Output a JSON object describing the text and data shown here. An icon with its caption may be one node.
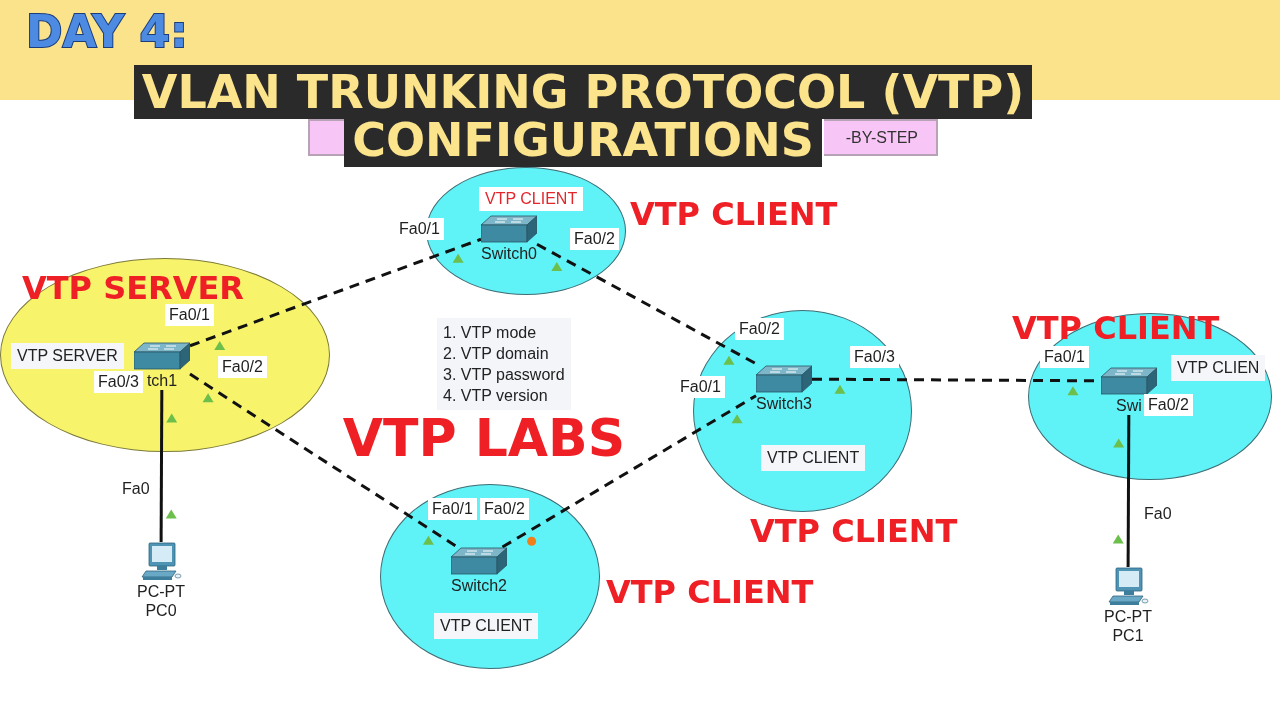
{
  "diagram": {
    "title": "VLAN TRUNKING PROTOCOL (VTP) CONFIGURATIONS",
    "nodes": [
      {
        "text": [
          "-BY-STEP"
        ]
      },
      {
        "text": [
          "VTP CLIENT"
        ],
        "beside": [
          "VTP CLIENT"
        ]
      },
      {
        "text": [
          "Switch0"
        ],
        "in": 1
      },
      {
        "text": [
          "VTP SERVER"
        ],
        "beside": [
          "VTP SERVER"
        ]
      },
      {
        "text": [
          "tch1"
        ],
        "in": 3
      },
      {
        "text": [
          "1. VTP mode",
          "2. VTP domain",
          "3. VTP password",
          "4. VTP version"
        ]
      },
      {
        "text": [
          "VTP CLIENT"
        ],
        "beside": [
          "VTP CLIENT"
        ]
      },
      {
        "text": [
          "Switch3"
        ],
        "in": 6
      },
      {
        "text": [
          "VTP CLIEN"
        ],
        "beside": [
          "VTP CLIENT"
        ]
      },
      {
        "text": [
          "Swi"
        ],
        "in": 8
      },
      {
        "text": [
          "VTP CLIENT"
        ],
        "beside": [
          "VTP CLIENT"
        ]
      },
      {
        "text": [
          "Switch2"
        ],
        "in": 10
      },
      {
        "text": [
          "PC-PT",
          "PC0"
        ]
      },
      {
        "text": [
          "PC-PT",
          "PC1"
        ]
      }
    ],
    "edges": [
      {
        "from": 4,
        "to": 2,
        "arrow": "none",
        "style": "dashed"
      },
      {
        "from": 2,
        "to": 7,
        "arrow": "none",
        "style": "dashed"
      },
      {
        "from": 4,
        "to": 11,
        "arrow": "none",
        "style": "dashed"
      },
      {
        "from": 11,
        "to": 7,
        "arrow": "none",
        "style": "dashed"
      },
      {
        "from": 7,
        "to": 9,
        "arrow": "none",
        "style": "dashed"
      },
      {
        "from": 4,
        "to": 12,
        "arrow": "none"
      },
      {
        "from": 9,
        "to": 13,
        "arrow": "none"
      }
    ],
    "labels": [
      "DAY 4:",
      "Fa0/1",
      "Fa0/2",
      "Fa0/1",
      "Fa0/2",
      "Fa0/3",
      "Fa0/1",
      "Fa0/2",
      "Fa0/1",
      "Fa0/3",
      "Fa0/2",
      "VTP LABS",
      "Fa0",
      "Fa0/1",
      "Fa0/2",
      "Fa0"
    ]
  }
}
